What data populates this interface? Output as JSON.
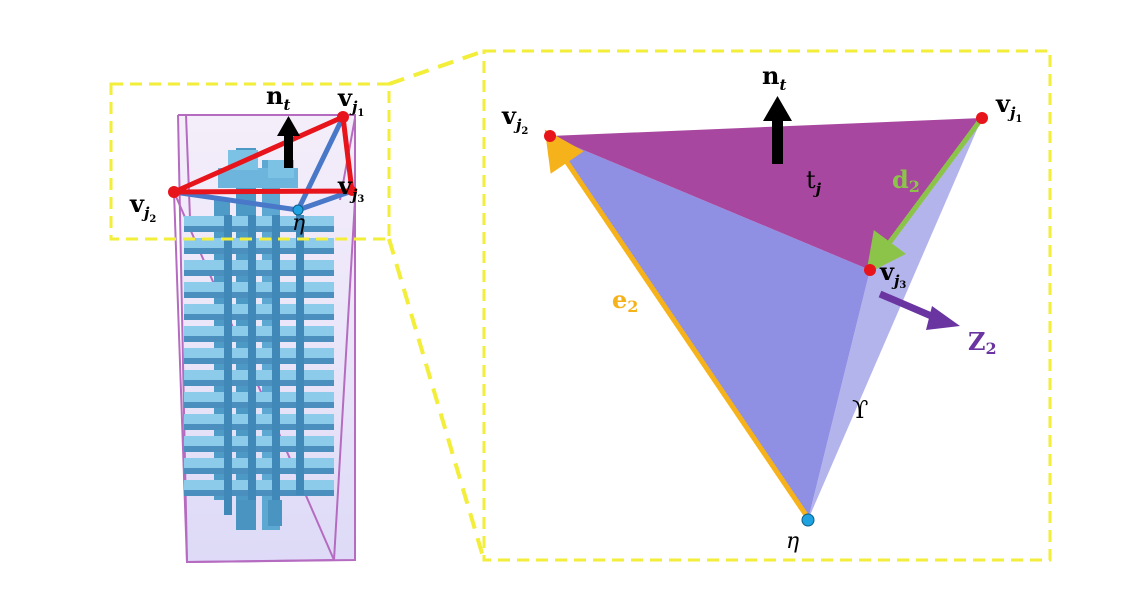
{
  "colors": {
    "highlight_box": "#f2ee3a",
    "triangle_red": "#e8141b",
    "vertex_red": "#e8141b",
    "vertex_cyan": "#1ea3e0",
    "edge_blue": "#4a78c8",
    "prism_magenta": "#b56bc0",
    "building_blue": "#5aa6cf",
    "face_purple": "#a0499c",
    "face_lavender": "#8f8fe4",
    "edge_orange": "#f6b21a",
    "edge_green": "#8cc44a",
    "vector_purple": "#6b35a1",
    "arrow_black": "#000000"
  },
  "icons": {
    "normal_arrow": "up-arrow-icon",
    "z_arrow": "diagonal-arrow-icon"
  },
  "left_panel": {
    "normal_label": "n",
    "normal_sub": "t",
    "v_j1_label": "v",
    "v_j1_sub": "j",
    "v_j1_subsub": "1",
    "v_j2_label": "v",
    "v_j2_sub": "j",
    "v_j2_subsub": "2",
    "v_j3_label": "v",
    "v_j3_sub": "j",
    "v_j3_subsub": "3",
    "eta_label": "η"
  },
  "right_panel": {
    "normal_label": "n",
    "normal_sub": "t",
    "v_j1_label": "v",
    "v_j1_sub": "j",
    "v_j1_subsub": "1",
    "v_j2_label": "v",
    "v_j2_sub": "j",
    "v_j2_subsub": "2",
    "v_j3_label": "v",
    "v_j3_sub": "j",
    "v_j3_subsub": "3",
    "face_label": "t",
    "face_sub": "j",
    "d_label": "d",
    "d_sub": "2",
    "e_label": "e",
    "e_sub": "2",
    "z_label": "Z",
    "z_sub": "2",
    "gamma_label": "ϒ",
    "eta_label": "η"
  }
}
